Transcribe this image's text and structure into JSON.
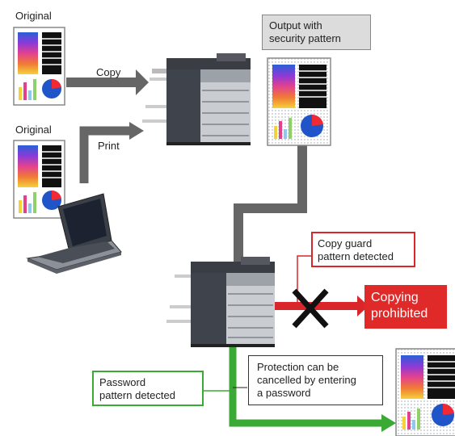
{
  "labels": {
    "original_top": "Original",
    "original_bottom": "Original",
    "copy": "Copy",
    "print": "Print"
  },
  "output_box": {
    "line1": "Output with",
    "line2": "security pattern"
  },
  "copy_guard_box": {
    "line1": "Copy guard",
    "line2": "pattern detected"
  },
  "prohibited_box": {
    "line1": "Copying",
    "line2": "prohibited"
  },
  "password_box": {
    "line1": "Password",
    "line2": "pattern detected"
  },
  "protection_box": {
    "line1": "Protection can be",
    "line2": "cancelled by entering",
    "line3": "a password"
  },
  "colors": {
    "arrow_gray": "#666666",
    "arrow_red": "#d9262a",
    "arrow_green": "#3aaa35",
    "copy_guard_border": "#d9262a",
    "password_border": "#3aaa35",
    "output_box_fill": "#dcdcdc",
    "prohibited_fill": "#e02a2a"
  }
}
